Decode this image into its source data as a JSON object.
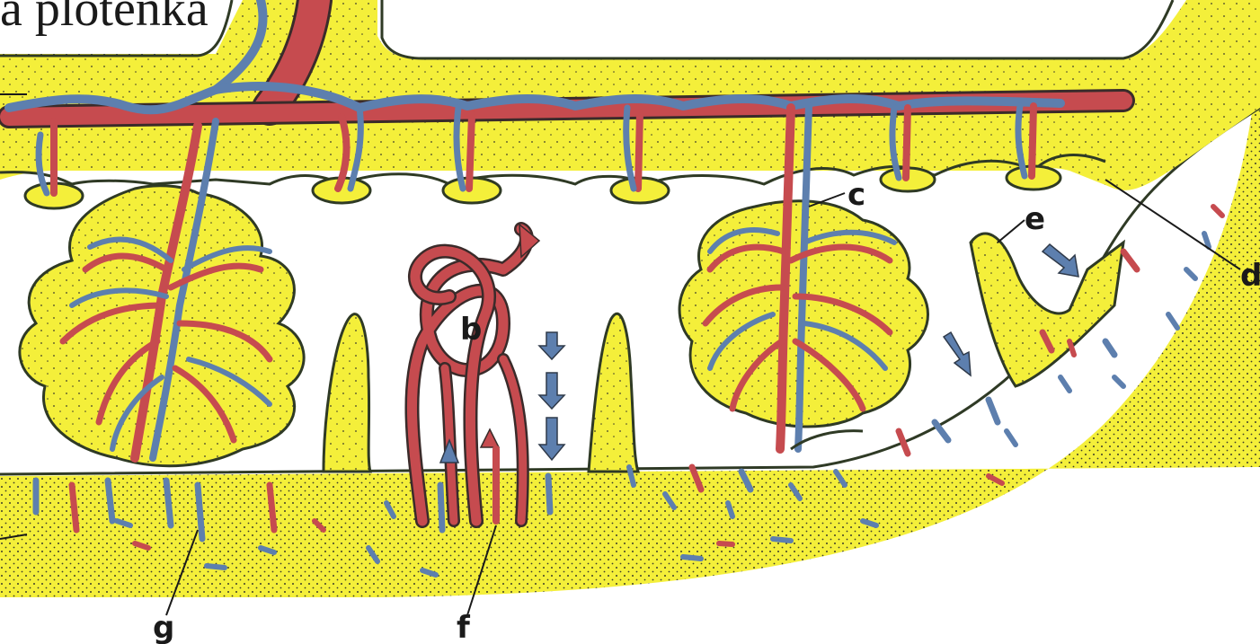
{
  "diagram": {
    "title_fragment": "a plotenka",
    "labels": {
      "b": "b",
      "c": "c",
      "d": "d",
      "e": "e",
      "f": "f",
      "g": "g"
    },
    "colors": {
      "tissue_yellow": "#f4ef3a",
      "artery_red": "#c64b4f",
      "vein_blue": "#5d7fae",
      "outline": "#2f3a25",
      "background": "#ffffff"
    }
  }
}
